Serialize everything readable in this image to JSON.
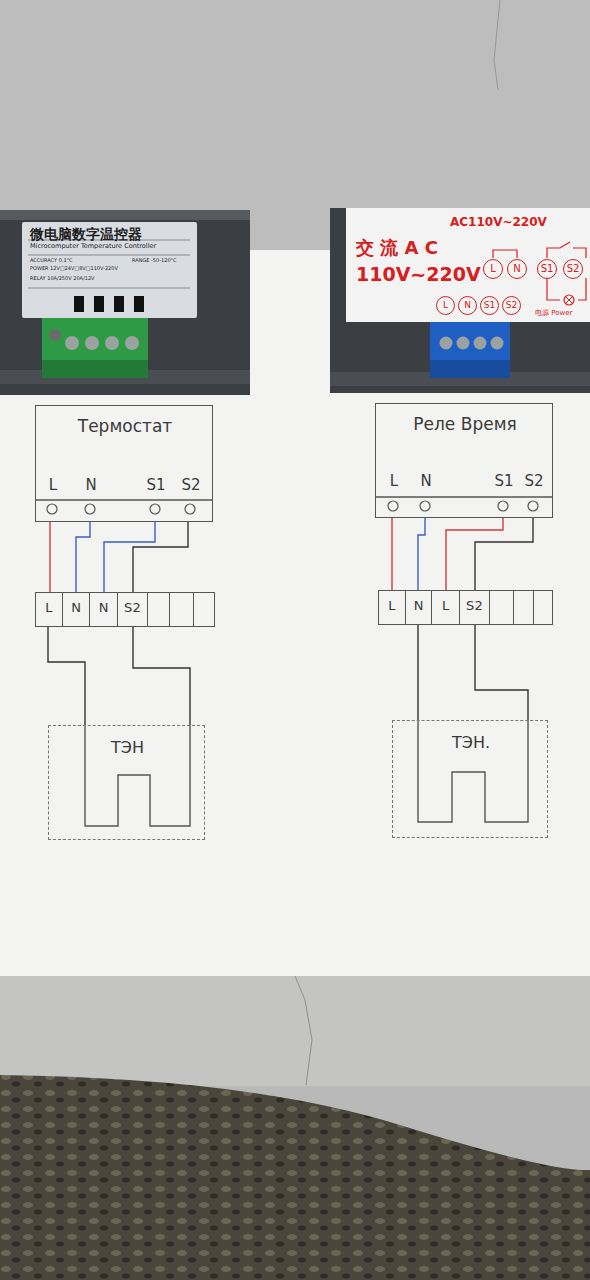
{
  "diagram": {
    "nodes": [
      {
        "text": [
          "Термостат",
          "L",
          "N",
          "S1",
          "S2"
        ]
      },
      {
        "text": [
          "L",
          "N",
          "N",
          "S2"
        ]
      },
      {
        "text": [
          "ТЭН"
        ]
      },
      {
        "text": [
          "Реле Время",
          "L",
          "N",
          "S1",
          "S2"
        ]
      },
      {
        "text": [
          "L",
          "N",
          "L",
          "S2"
        ]
      },
      {
        "text": [
          "ТЭН."
        ]
      }
    ],
    "edges": [
      {
        "from": 0,
        "to": 1,
        "arrow": "none"
      },
      {
        "from": 0,
        "to": 1,
        "arrow": "none"
      },
      {
        "from": 0,
        "to": 1,
        "arrow": "none"
      },
      {
        "from": 0,
        "to": 1,
        "arrow": "none"
      },
      {
        "from": 1,
        "to": 2,
        "arrow": "none"
      },
      {
        "from": 1,
        "to": 2,
        "arrow": "none"
      },
      {
        "from": 3,
        "to": 4,
        "arrow": "none"
      },
      {
        "from": 3,
        "to": 4,
        "arrow": "none"
      },
      {
        "from": 3,
        "to": 4,
        "arrow": "none"
      },
      {
        "from": 3,
        "to": 4,
        "arrow": "none"
      },
      {
        "from": 4,
        "to": 5,
        "arrow": "none"
      },
      {
        "from": 4,
        "to": 5,
        "arrow": "none"
      }
    ],
    "labels": [
      "微电脑数字温控器",
      "Microcomputer Temperature Controller",
      "ACCURACY 0.1°C",
      "RANGE -50-120°C",
      "POWER 12V□24V□8V□110V-220V",
      "RELAY 10A/250V 20A/12V",
      "AC110V~220V",
      "交 流 A C",
      "110V~220V",
      "L",
      "N",
      "S1",
      "S2",
      "L",
      "N",
      "S1",
      "S2",
      "电源 Power"
    ]
  }
}
